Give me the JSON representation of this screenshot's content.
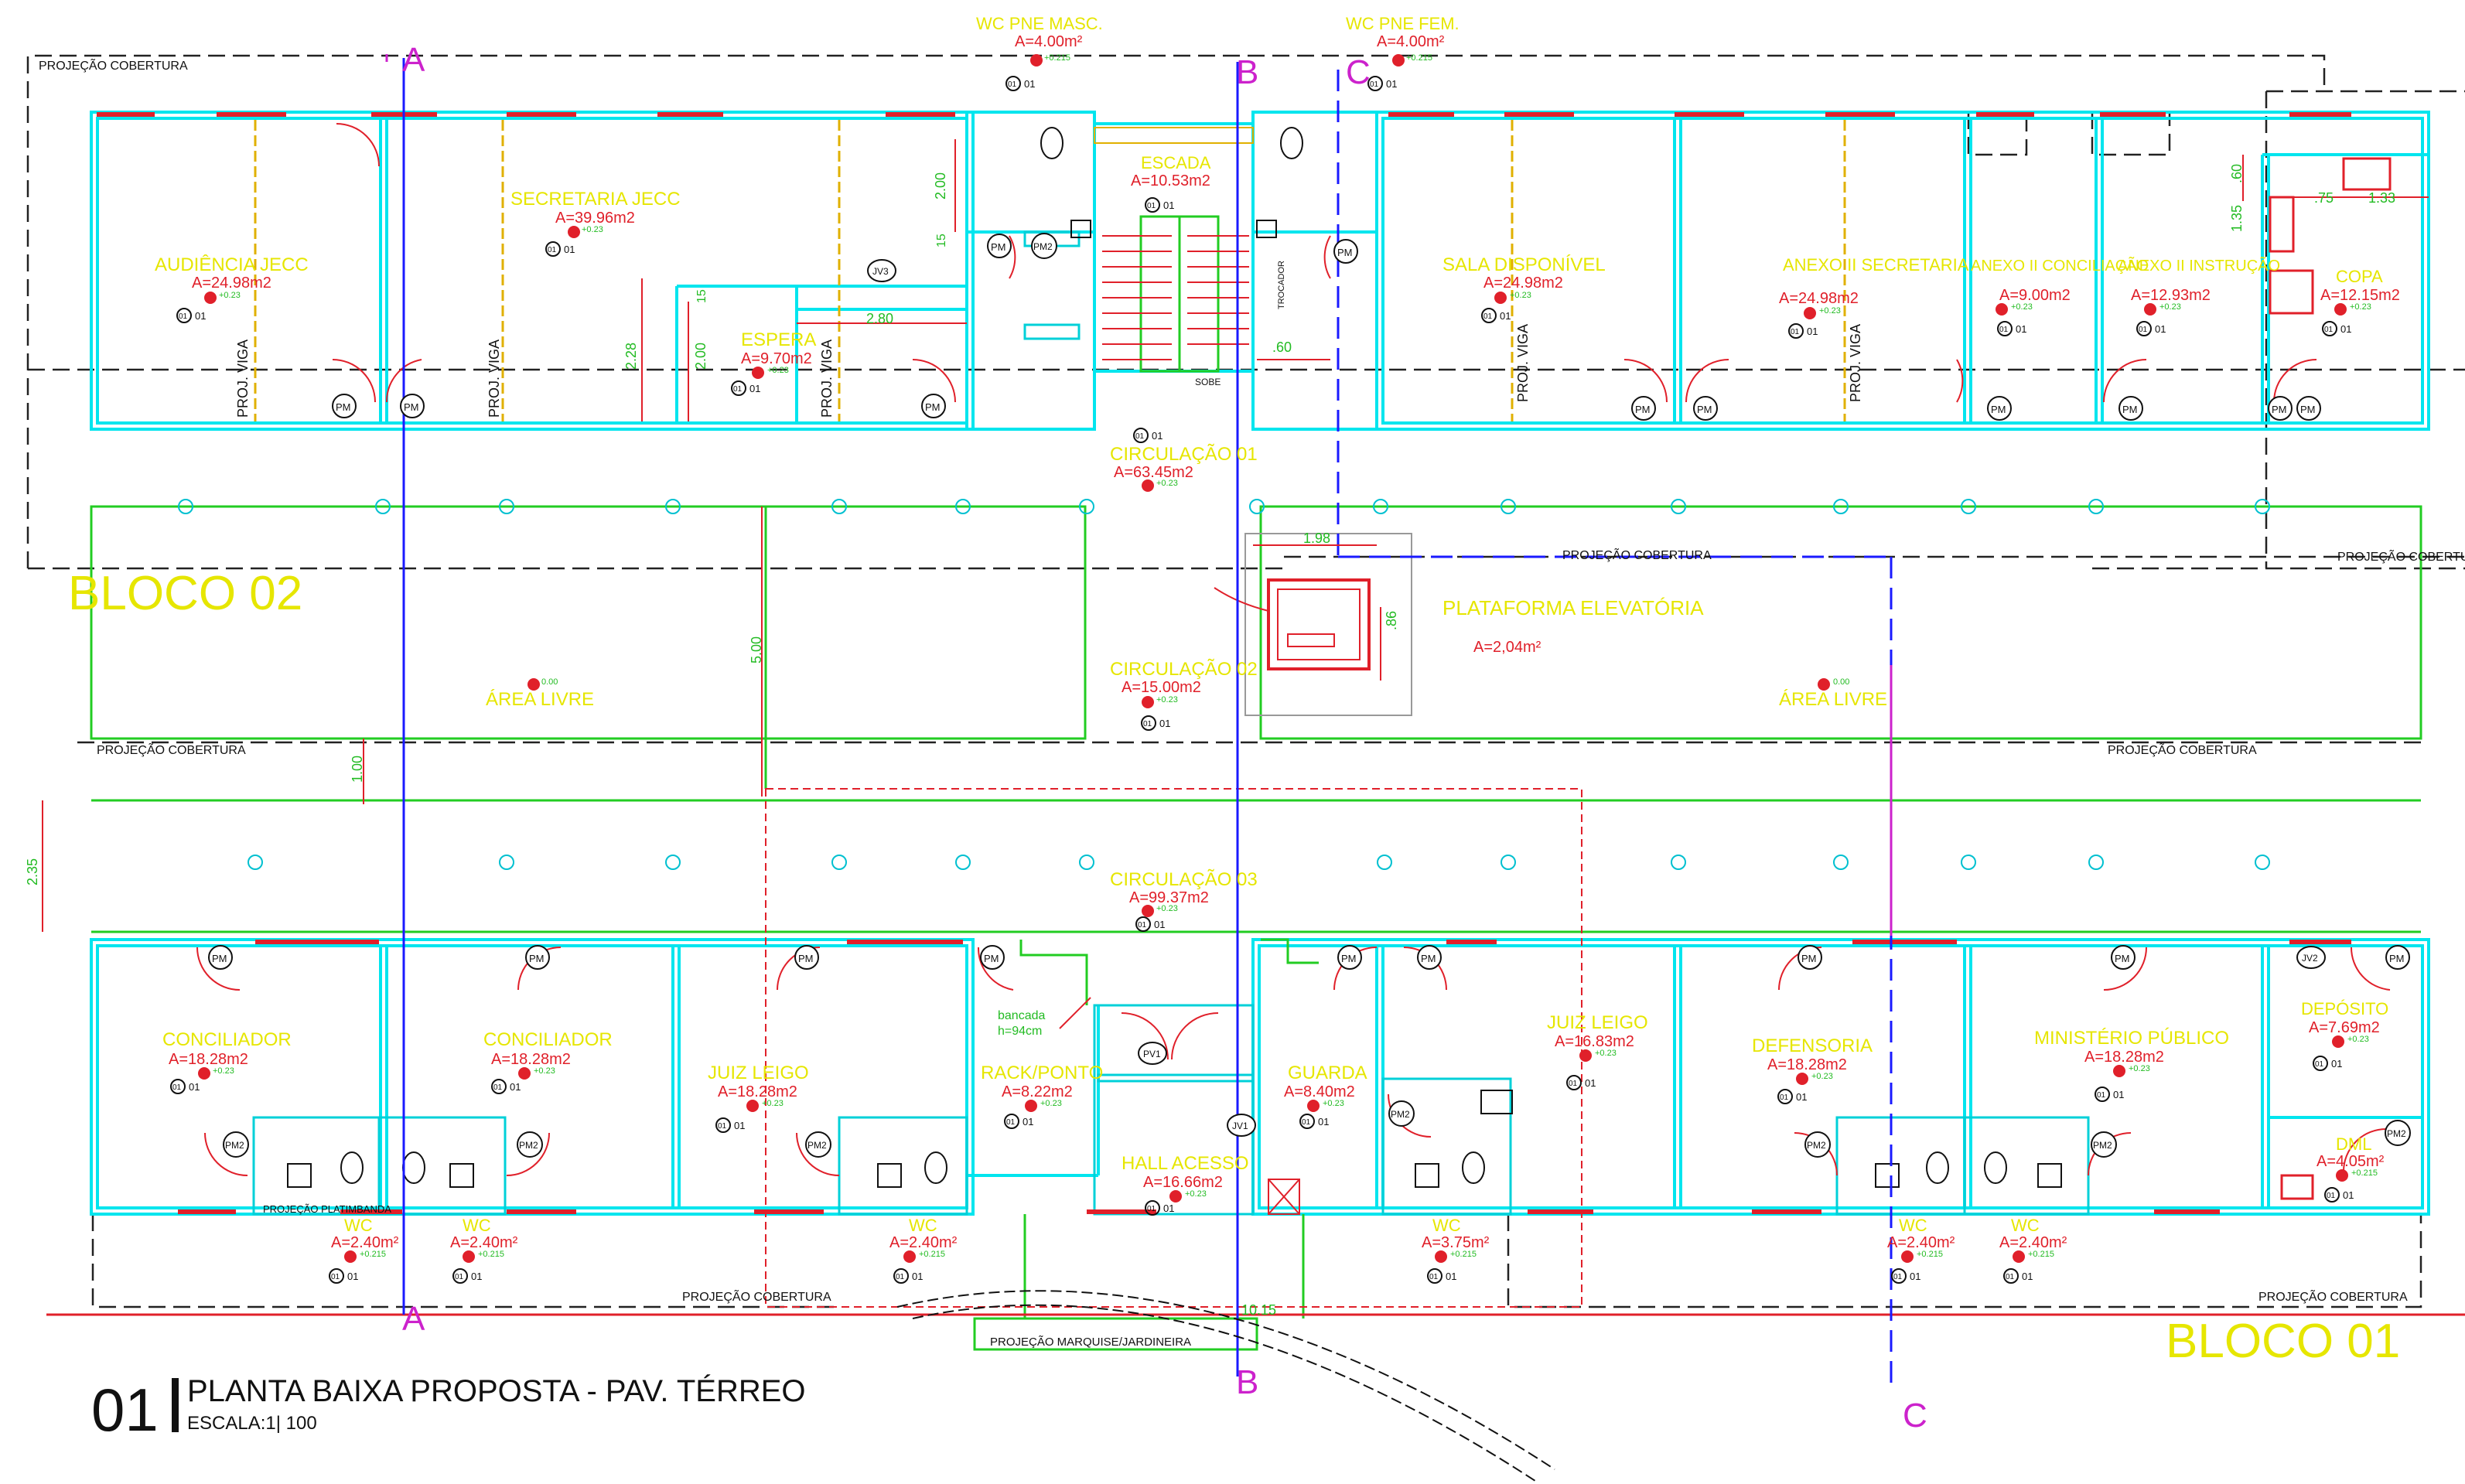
{
  "drawing": {
    "number": "01",
    "title": "PLANTA BAIXA PROPOSTA - PAV. TÉRREO",
    "scale": "ESCALA:1| 100"
  },
  "blocks": {
    "b02": "BLOCO 02",
    "b01": "BLOCO 01"
  },
  "axes": {
    "a": "A",
    "b": "B",
    "c": "C"
  },
  "notes": {
    "proj_cob": "PROJEÇÃO COBERTURA",
    "proj_platibanda": "PROJEÇÃO PLATIMBANDA",
    "proj_marquise": "PROJEÇÃO MARQUISE/JARDINEIRA",
    "proj_viga": "PROJ. VIGA",
    "sobe": "SOBE",
    "trocador": "TROCADOR",
    "bancada": "bancada",
    "bancada_h": "h=94cm"
  },
  "tags": {
    "pm": "PM",
    "pm2": "PM2",
    "jv2": "JV2",
    "jv3": "JV3",
    "pv1": "PV1",
    "jv1": "JV1",
    "ref": "01",
    "sheet": "01",
    "lvl": "0.00"
  },
  "rooms": {
    "audiencia": {
      "name": "AUDIÊNCIA JECC",
      "area": "A=24.98m2",
      "lvl": "+0.23"
    },
    "secretaria": {
      "name": "SECRETARIA JECC",
      "area": "A=39.96m2",
      "lvl": "+0.23"
    },
    "espera": {
      "name": "ESPERA",
      "area": "A=9.70m2",
      "lvl": "+0.23"
    },
    "wc_masc": {
      "name": "WC PNE MASC.",
      "area": "A=4.00m²",
      "lvl": "+0.215"
    },
    "wc_fem": {
      "name": "WC PNE FEM.",
      "area": "A=4.00m²",
      "lvl": "+0.215"
    },
    "escada": {
      "name": "ESCADA",
      "area": "A=10.53m2"
    },
    "sala_disp": {
      "name": "SALA DISPONÍVEL",
      "area": "A=24.98m2",
      "lvl": "+0.23"
    },
    "anexo_sec": {
      "name": "ANEXO II SECRETARIA",
      "area": "A=24.98m2",
      "lvl": "+0.23"
    },
    "anexo_conc": {
      "name": "ANEXO II CONCILIAÇÃO",
      "area": "A=9.00m2",
      "lvl": "+0.23"
    },
    "anexo_inst": {
      "name": "ANEXO II INSTRUÇÃO",
      "area": "A=12.93m2",
      "lvl": "+0.23"
    },
    "copa": {
      "name": "COPA",
      "area": "A=12.15m2",
      "lvl": "+0.23"
    },
    "circ01": {
      "name": "CIRCULAÇÃO 01",
      "area": "A=63.45m2",
      "lvl": "+0.23"
    },
    "plataforma": {
      "name": "PLATAFORMA ELEVATÓRIA",
      "area": "A=2,04m²"
    },
    "circ02": {
      "name": "CIRCULAÇÃO 02",
      "area": "A=15.00m2",
      "lvl": "+0.23"
    },
    "area_livre": {
      "name": "ÁREA LIVRE"
    },
    "circ03": {
      "name": "CIRCULAÇÃO 03",
      "area": "A=99.37m2",
      "lvl": "+0.23"
    },
    "conciliador": {
      "name": "CONCILIADOR",
      "area": "A=18.28m2",
      "lvl": "+0.23"
    },
    "juiz_leigo1": {
      "name": "JUIZ LEIGO",
      "area": "A=18.28m2",
      "lvl": "+0.23"
    },
    "rack": {
      "name": "RACK/PONTO",
      "area": "A=8.22m2",
      "lvl": "+0.23"
    },
    "guarda": {
      "name": "GUARDA",
      "area": "A=8.40m2",
      "lvl": "+0.23"
    },
    "juiz_leigo2": {
      "name": "JUIZ LEIGO",
      "area": "A=16.83m2",
      "lvl": "+0.23"
    },
    "defensoria": {
      "name": "DEFENSORIA",
      "area": "A=18.28m2",
      "lvl": "+0.23"
    },
    "ministerio": {
      "name": "MINISTÉRIO PÚBLICO",
      "area": "A=18.28m2",
      "lvl": "+0.23"
    },
    "deposito": {
      "name": "DEPÓSITO",
      "area": "A=7.69m2",
      "lvl": "+0.23"
    },
    "dml": {
      "name": "DML",
      "area": "A=4.05m²",
      "lvl": "+0.215"
    },
    "hall": {
      "name": "HALL ACESSO",
      "area": "A=16.66m2",
      "lvl": "+0.23"
    },
    "wc": {
      "name": "WC",
      "area": "A=2.40m²",
      "lvl": "+0.215"
    },
    "wc_guarda": {
      "name": "WC",
      "area": "A=3.75m²",
      "lvl": "+0.215"
    }
  },
  "dims": {
    "d200": "2.00",
    "d15": "15",
    "d228": "2.28",
    "d200b": "2.00",
    "d15b": "15",
    "d280": "2.80",
    "d60": ".60",
    "d60b": ".60",
    "d75": ".75",
    "d133": "1.33",
    "d135": "1.35",
    "d198": "1.98",
    "d86": ".86",
    "d500": "5.00",
    "d100": "1.00",
    "d235": "2.35",
    "d1015": "10.15"
  }
}
